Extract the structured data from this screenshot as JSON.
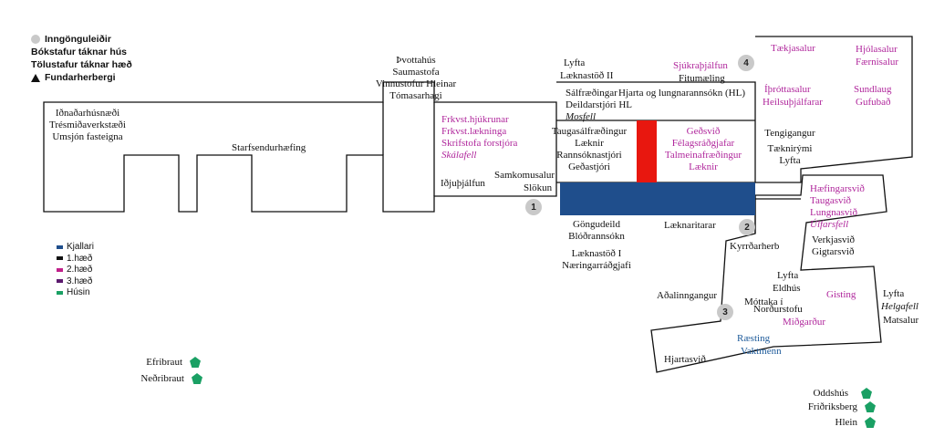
{
  "key": {
    "entrance_label": "Inngönguleiðir",
    "letter_label": "Bókstafur táknar hús",
    "number_label": "Tölustafur táknar hæð",
    "meeting_label": "Fundarherbergi"
  },
  "floor_legend": [
    {
      "label": "Kjallari",
      "color": "#1f4e8c"
    },
    {
      "label": "1.hæð",
      "color": "#111111"
    },
    {
      "label": "2.hæð",
      "color": "#c0208a"
    },
    {
      "label": "3.hæð",
      "color": "#5c1a6e"
    },
    {
      "label": "Húsin",
      "color": "#1aa064"
    }
  ],
  "colors": {
    "basement": "#1f4e8c",
    "red_block": "#e8170f",
    "house_marker": "#1aa064",
    "badge": "#c9c9c9"
  },
  "entrances": [
    "1",
    "2",
    "3",
    "4"
  ],
  "houses": [
    "Efribraut",
    "Neðribraut",
    "Oddshús",
    "Friðriksberg",
    "Hlein"
  ],
  "west_wing": {
    "left_lines": [
      "Iðnaðarhúsnæði",
      "Trésmiðaverkstæði",
      "Umsjón fasteigna"
    ],
    "starfsendurhaefing": "Starfsendurhæfing",
    "top_lines": [
      "Þvottahús",
      "Saumastofa",
      "Vinnustofur Hleinar",
      "Tómasarhagi"
    ],
    "pink_lines": [
      "Frkvst.hjúkrunar",
      "Frkvst.lækninga",
      "Skrifstofa forstjóra"
    ],
    "skalafell": "Skálafell",
    "idjuthjalfun": "Iðjuþjálfun",
    "samkomusalur": "Samkomusalur",
    "slokun": "Slökun"
  },
  "center": {
    "lyfta": "Lyfta",
    "laeknastod_ii": "Læknastöð II",
    "top_left_lines": [
      "Sálfræðingar",
      "Deildarstjóri HL"
    ],
    "mosfell": "Mosfell",
    "hjarta": "Hjarta og lungnarannsókn (HL)",
    "sjukrathjalfun": "Sjúkraþjálfun",
    "fitumaeling": "Fitumæling",
    "left_lines": [
      "Taugasálfræðingur",
      "Læknir",
      "Rannsóknastjóri",
      "Geðastjóri"
    ],
    "pink_lines": [
      "Geðsvið",
      "Félagsráðgjafar",
      "Talmeinafræðingur",
      "Læknir"
    ],
    "below_lines": [
      "Göngudeild",
      "Blóðrannsókn",
      "Læknastöð I",
      "Næringarráðgjafi"
    ],
    "laeknaritarar": "Læknaritarar"
  },
  "east_wing": {
    "taekjasalur": "Tækjasalur",
    "hjolasalur": "Hjólasalur",
    "faernisalur": "Færnisalur",
    "ithrottasalur": "Íþróttasalur",
    "heilsuthjalfarar": "Heilsuþjálfarar",
    "sundlaug": "Sundlaug",
    "gufubad": "Gufubað",
    "lines": [
      "Tengigangur",
      "Tæknirými",
      "Lyfta"
    ]
  },
  "south_wing": {
    "pink_lines": [
      "Hæfingarsvið",
      "Taugasvið",
      "Lungnasvið"
    ],
    "ulfarsfell": "Úlfarsfell",
    "black_lines": [
      "Verkjasvið",
      "Gigtarsvið"
    ],
    "kyrrdarherb": "Kyrrðarherb",
    "lyfta": "Lyfta",
    "eldhus": "Eldhús",
    "gisting": "Gisting",
    "adalinngangur": "Aðalinngangur",
    "mottaka": "Móttaka í",
    "nordurstofu": "Norðurstofu",
    "midgardur": "Miðgarður",
    "raesting": "Ræsting",
    "vaktmenn": "Vaktmenn",
    "hjartasvid": "Hjartasvið",
    "far_lyfta": "Lyfta",
    "helgafell": "Helgafell",
    "matsalur": "Matsalur"
  }
}
